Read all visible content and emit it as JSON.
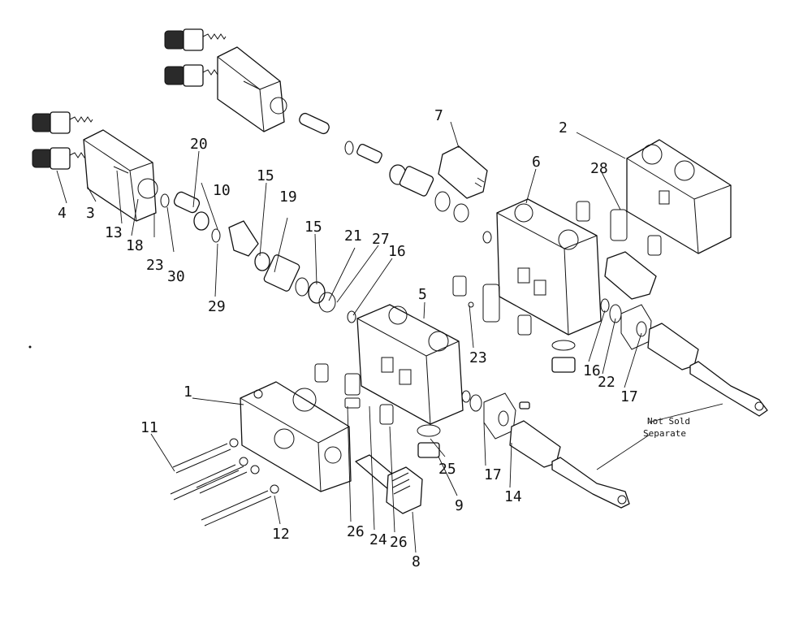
{
  "callouts": [
    {
      "id": "c1",
      "label": "1"
    },
    {
      "id": "c2",
      "label": "2"
    },
    {
      "id": "c3",
      "label": "3"
    },
    {
      "id": "c4",
      "label": "4"
    },
    {
      "id": "c5",
      "label": "5"
    },
    {
      "id": "c6",
      "label": "6"
    },
    {
      "id": "c7",
      "label": "7"
    },
    {
      "id": "c8",
      "label": "8"
    },
    {
      "id": "c9",
      "label": "9"
    },
    {
      "id": "c10",
      "label": "10"
    },
    {
      "id": "c11",
      "label": "11"
    },
    {
      "id": "c12",
      "label": "12"
    },
    {
      "id": "c13",
      "label": "13"
    },
    {
      "id": "c14",
      "label": "14"
    },
    {
      "id": "c15a",
      "label": "15"
    },
    {
      "id": "c15b",
      "label": "15"
    },
    {
      "id": "c16a",
      "label": "16"
    },
    {
      "id": "c16b",
      "label": "16"
    },
    {
      "id": "c17a",
      "label": "17"
    },
    {
      "id": "c17b",
      "label": "17"
    },
    {
      "id": "c18",
      "label": "18"
    },
    {
      "id": "c19",
      "label": "19"
    },
    {
      "id": "c20",
      "label": "20"
    },
    {
      "id": "c21",
      "label": "21"
    },
    {
      "id": "c22",
      "label": "22"
    },
    {
      "id": "c23a",
      "label": "23"
    },
    {
      "id": "c23b",
      "label": "23"
    },
    {
      "id": "c24",
      "label": "24"
    },
    {
      "id": "c25",
      "label": "25"
    },
    {
      "id": "c26a",
      "label": "26"
    },
    {
      "id": "c26b",
      "label": "26"
    },
    {
      "id": "c27",
      "label": "27"
    },
    {
      "id": "c28",
      "label": "28"
    },
    {
      "id": "c29",
      "label": "29"
    },
    {
      "id": "c30",
      "label": "30"
    }
  ],
  "note": {
    "line1": "Not Sold",
    "line2": "Separate"
  },
  "colors": {
    "line": "#111111",
    "background": "#ffffff"
  }
}
